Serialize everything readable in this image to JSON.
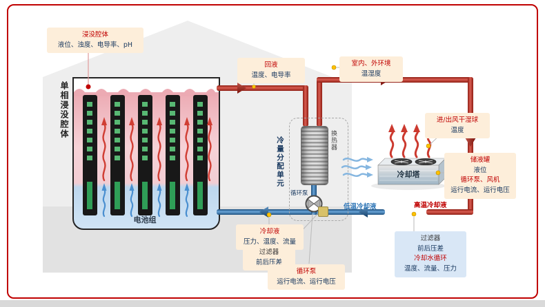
{
  "diagram": {
    "tank": {
      "side_label": "单相浸没腔体",
      "battery_label": "电池组"
    },
    "cdu": {
      "unit_label": "冷量分配单元",
      "hx_label": "换热器",
      "pump_label": "循环泵"
    },
    "tower": {
      "label": "冷却塔"
    },
    "pipes": {
      "low_temp": "低温冷却液",
      "high_temp": "高温冷却液"
    }
  },
  "callouts": {
    "immersion": {
      "title": "浸没腔体",
      "body": "液位、浊度、电导率、pH"
    },
    "return_liquid": {
      "title": "回液",
      "body": "温度、电导率"
    },
    "environment": {
      "title": "室内、外环境",
      "body": "温湿度"
    },
    "air_wet_dry": {
      "title": "进/出风干湿球",
      "body": "温度"
    },
    "reservoir": {
      "line1": "储液罐",
      "line2": "液位",
      "line3": "循环泵、风机",
      "line4": "运行电流、运行电压"
    },
    "coolant": {
      "title": "冷却液",
      "body": "压力、温度、流量"
    },
    "filter_primary": {
      "title": "过滤器",
      "body": "前后压差"
    },
    "pump_metrics": {
      "title": "循环泵",
      "body": "运行电流、运行电压"
    },
    "water_loop": {
      "line1": "过滤器",
      "line2": "前后压差",
      "line3": "冷却水循环",
      "line4": "温度、流量、压力"
    }
  },
  "colors": {
    "accent_red": "#c00000",
    "navy": "#17375e",
    "callout_bg": "#fdeeda",
    "callout_blue_bg": "#d9e7f6",
    "pipe_red": "#b0281e",
    "pipe_blue": "#2e75b6",
    "marker_yellow": "#ffc000"
  }
}
